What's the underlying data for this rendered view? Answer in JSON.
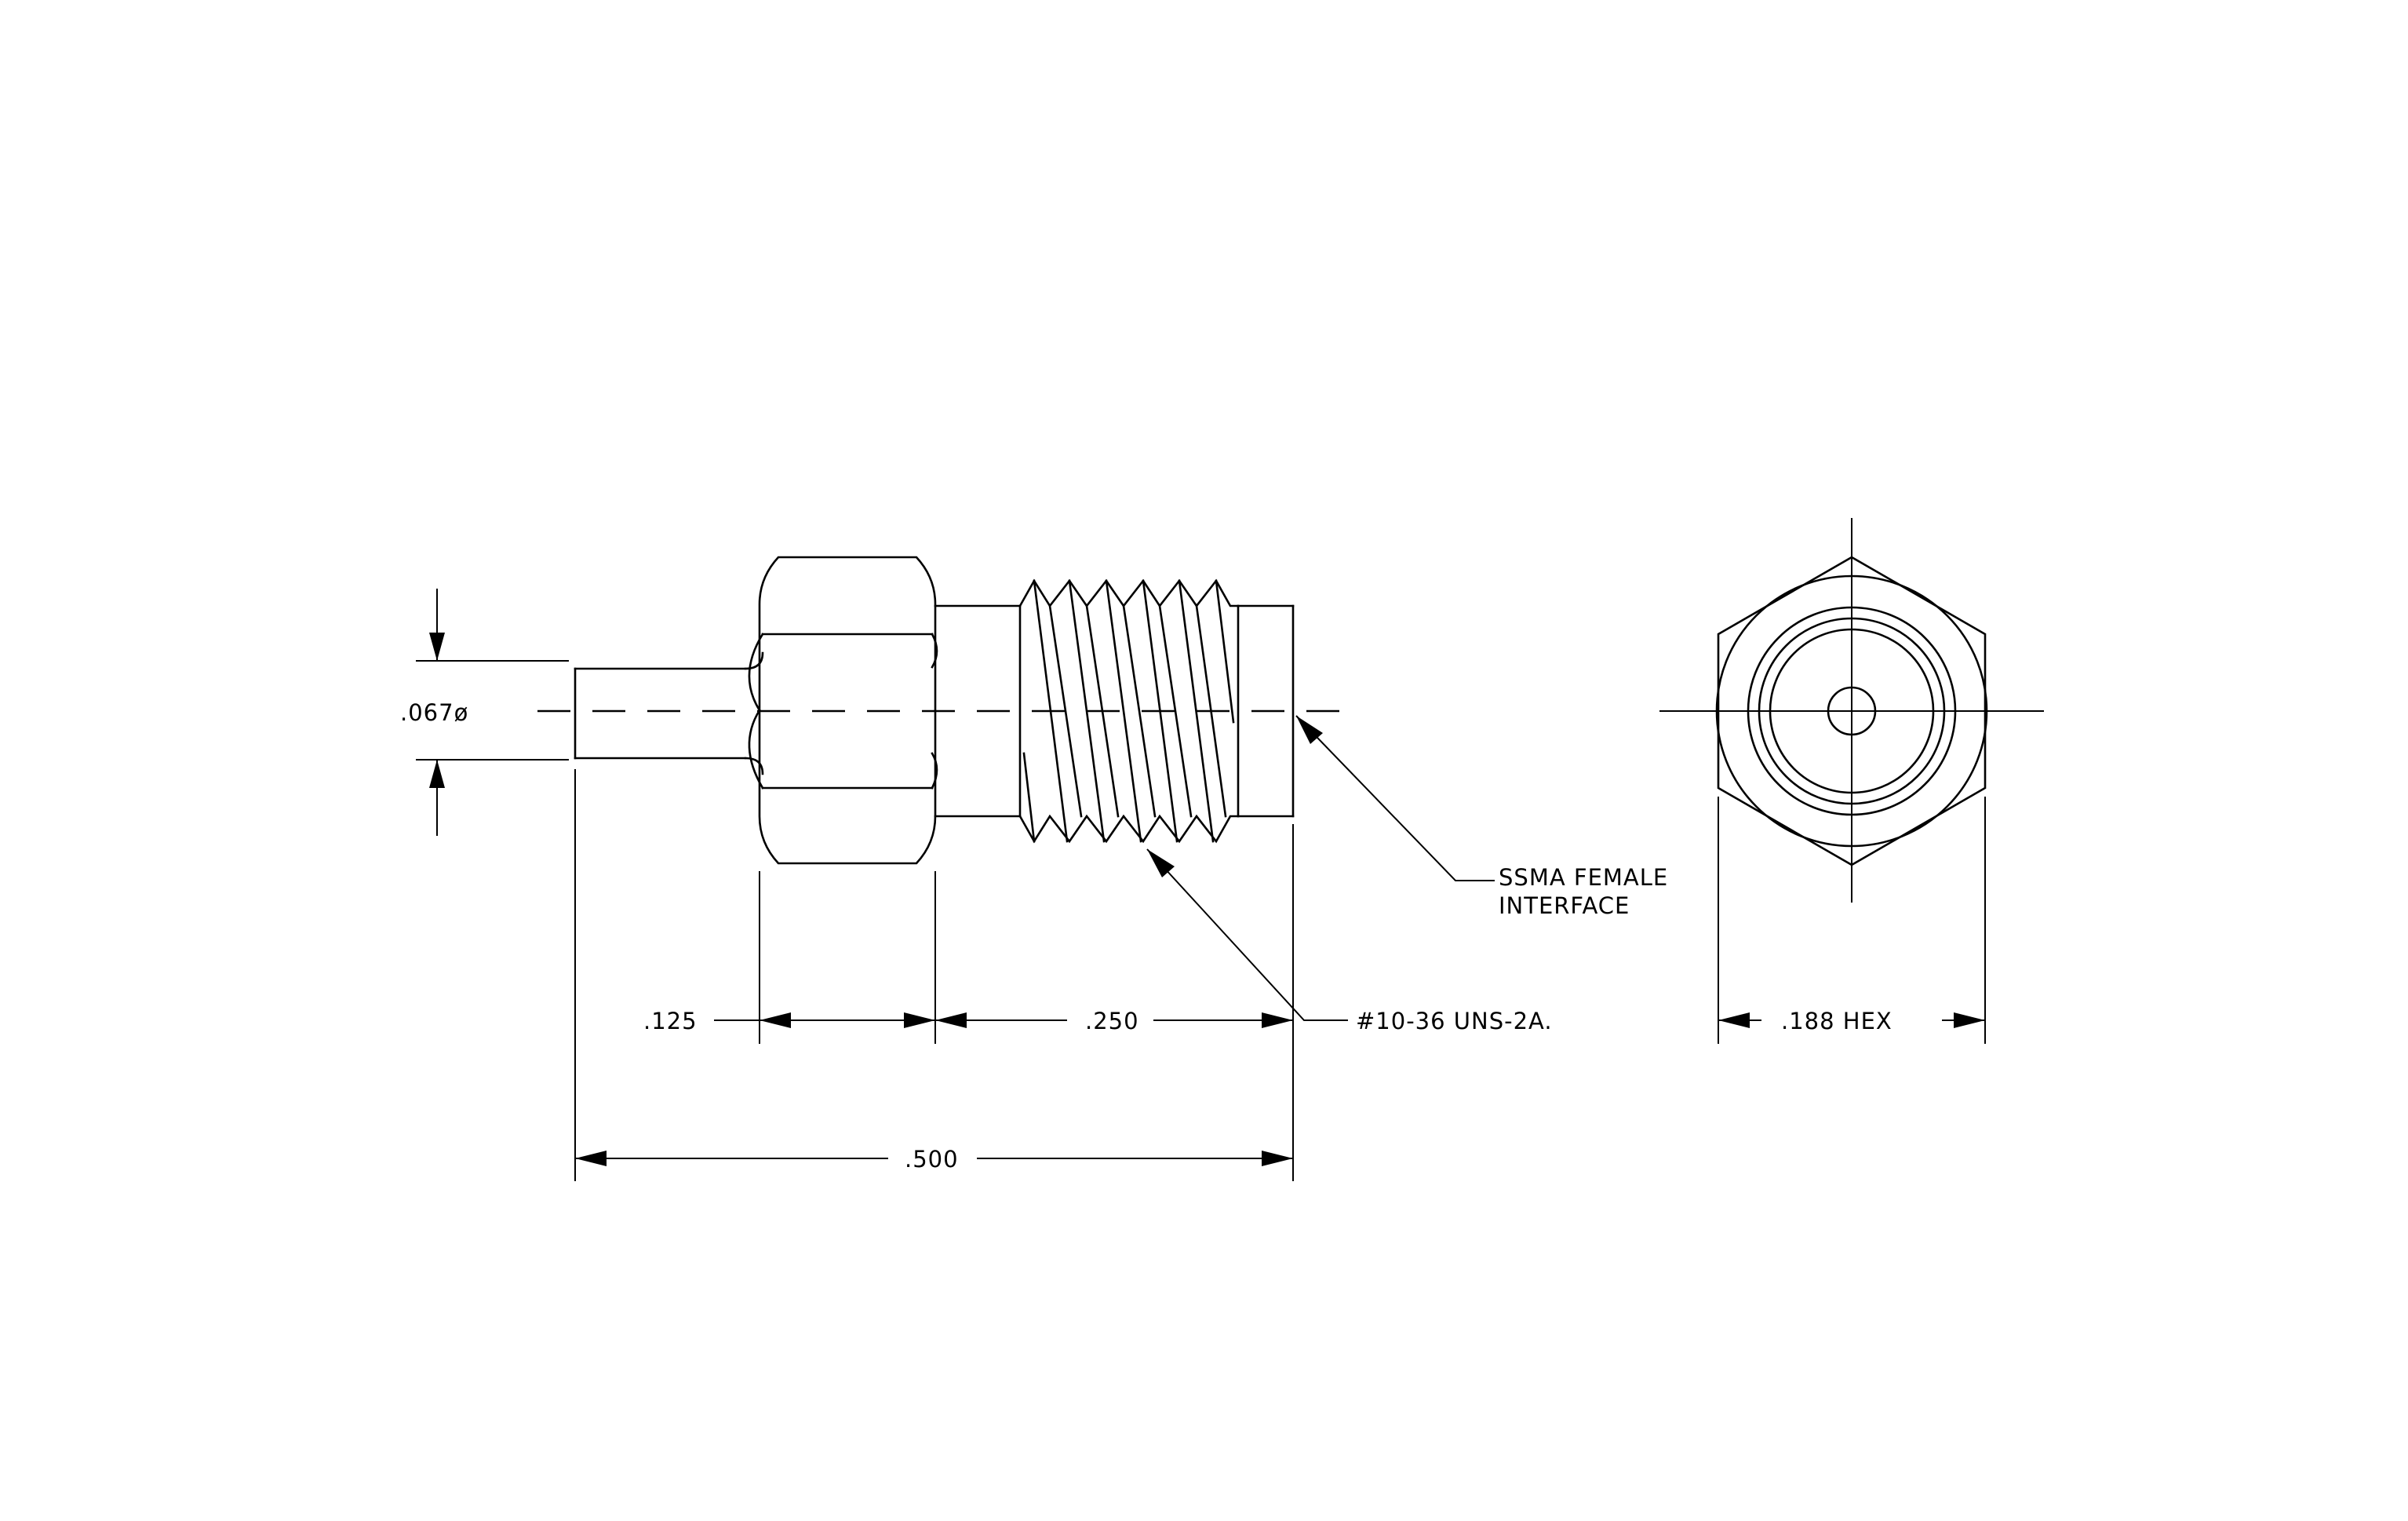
{
  "drawing": {
    "colors": {
      "line": "#000000",
      "background": "#ffffff"
    },
    "dimensions": {
      "diameter": ".067ø",
      "hex_length": ".125",
      "thread_length": ".250",
      "overall_length": ".500",
      "hex_size": ".188 HEX"
    },
    "callouts": {
      "interface_line1": "SSMA FEMALE",
      "interface_line2": "INTERFACE",
      "thread_spec": "#10-36 UNS-2A."
    }
  }
}
